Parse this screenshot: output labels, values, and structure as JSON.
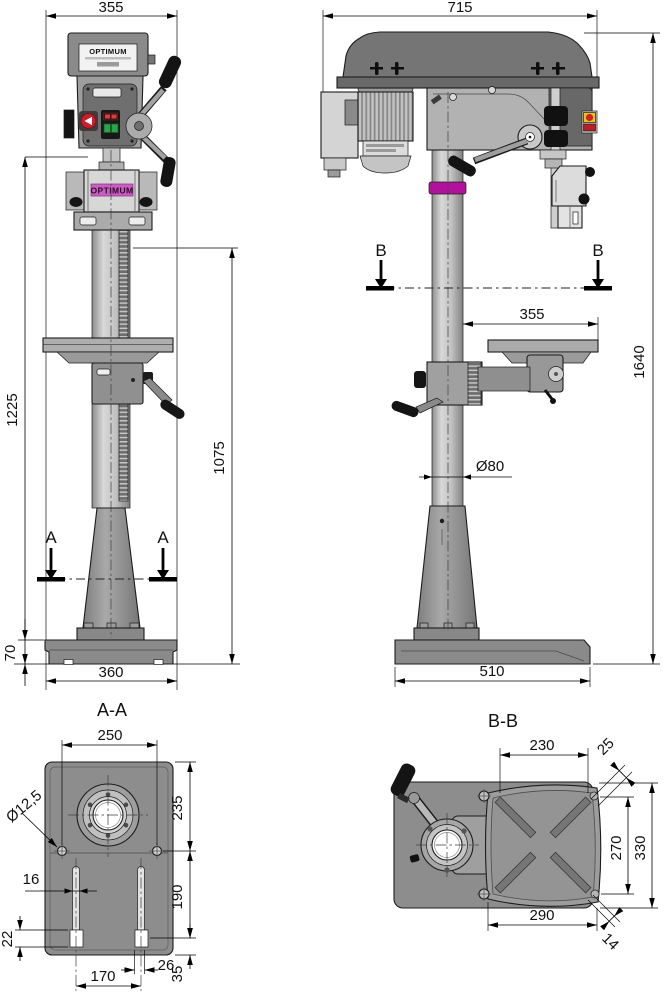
{
  "brand": {
    "head_label": "OPTIMUM",
    "guard_label": "OPTIMUM"
  },
  "front_view": {
    "overall_width": "355",
    "total_height": "1225",
    "spindle_height": "1075",
    "base_height": "70",
    "base_width": "360",
    "section_marker": "A",
    "section_title": "A-A"
  },
  "side_view": {
    "overall_depth": "715",
    "overall_height": "1640",
    "table_reach": "355",
    "column_diameter": "Ø80",
    "base_depth": "510",
    "section_marker": "B",
    "section_title": "B-B"
  },
  "section_aa": {
    "hole_spacing_x": "250",
    "hole_offset_y": "235",
    "hole_diameter": "Ø12,5",
    "slot_width": "16",
    "slot_length_y": "190",
    "slot_end": "22",
    "slot_spacing": "170",
    "slot_open_width": "26",
    "edge_margin": "35"
  },
  "section_bb": {
    "table_width_top": "230",
    "corner_slot_width": "25",
    "hole_spacing_y": "270",
    "table_depth": "330",
    "table_width_bottom": "290",
    "corner_slot_width_2": "14"
  }
}
